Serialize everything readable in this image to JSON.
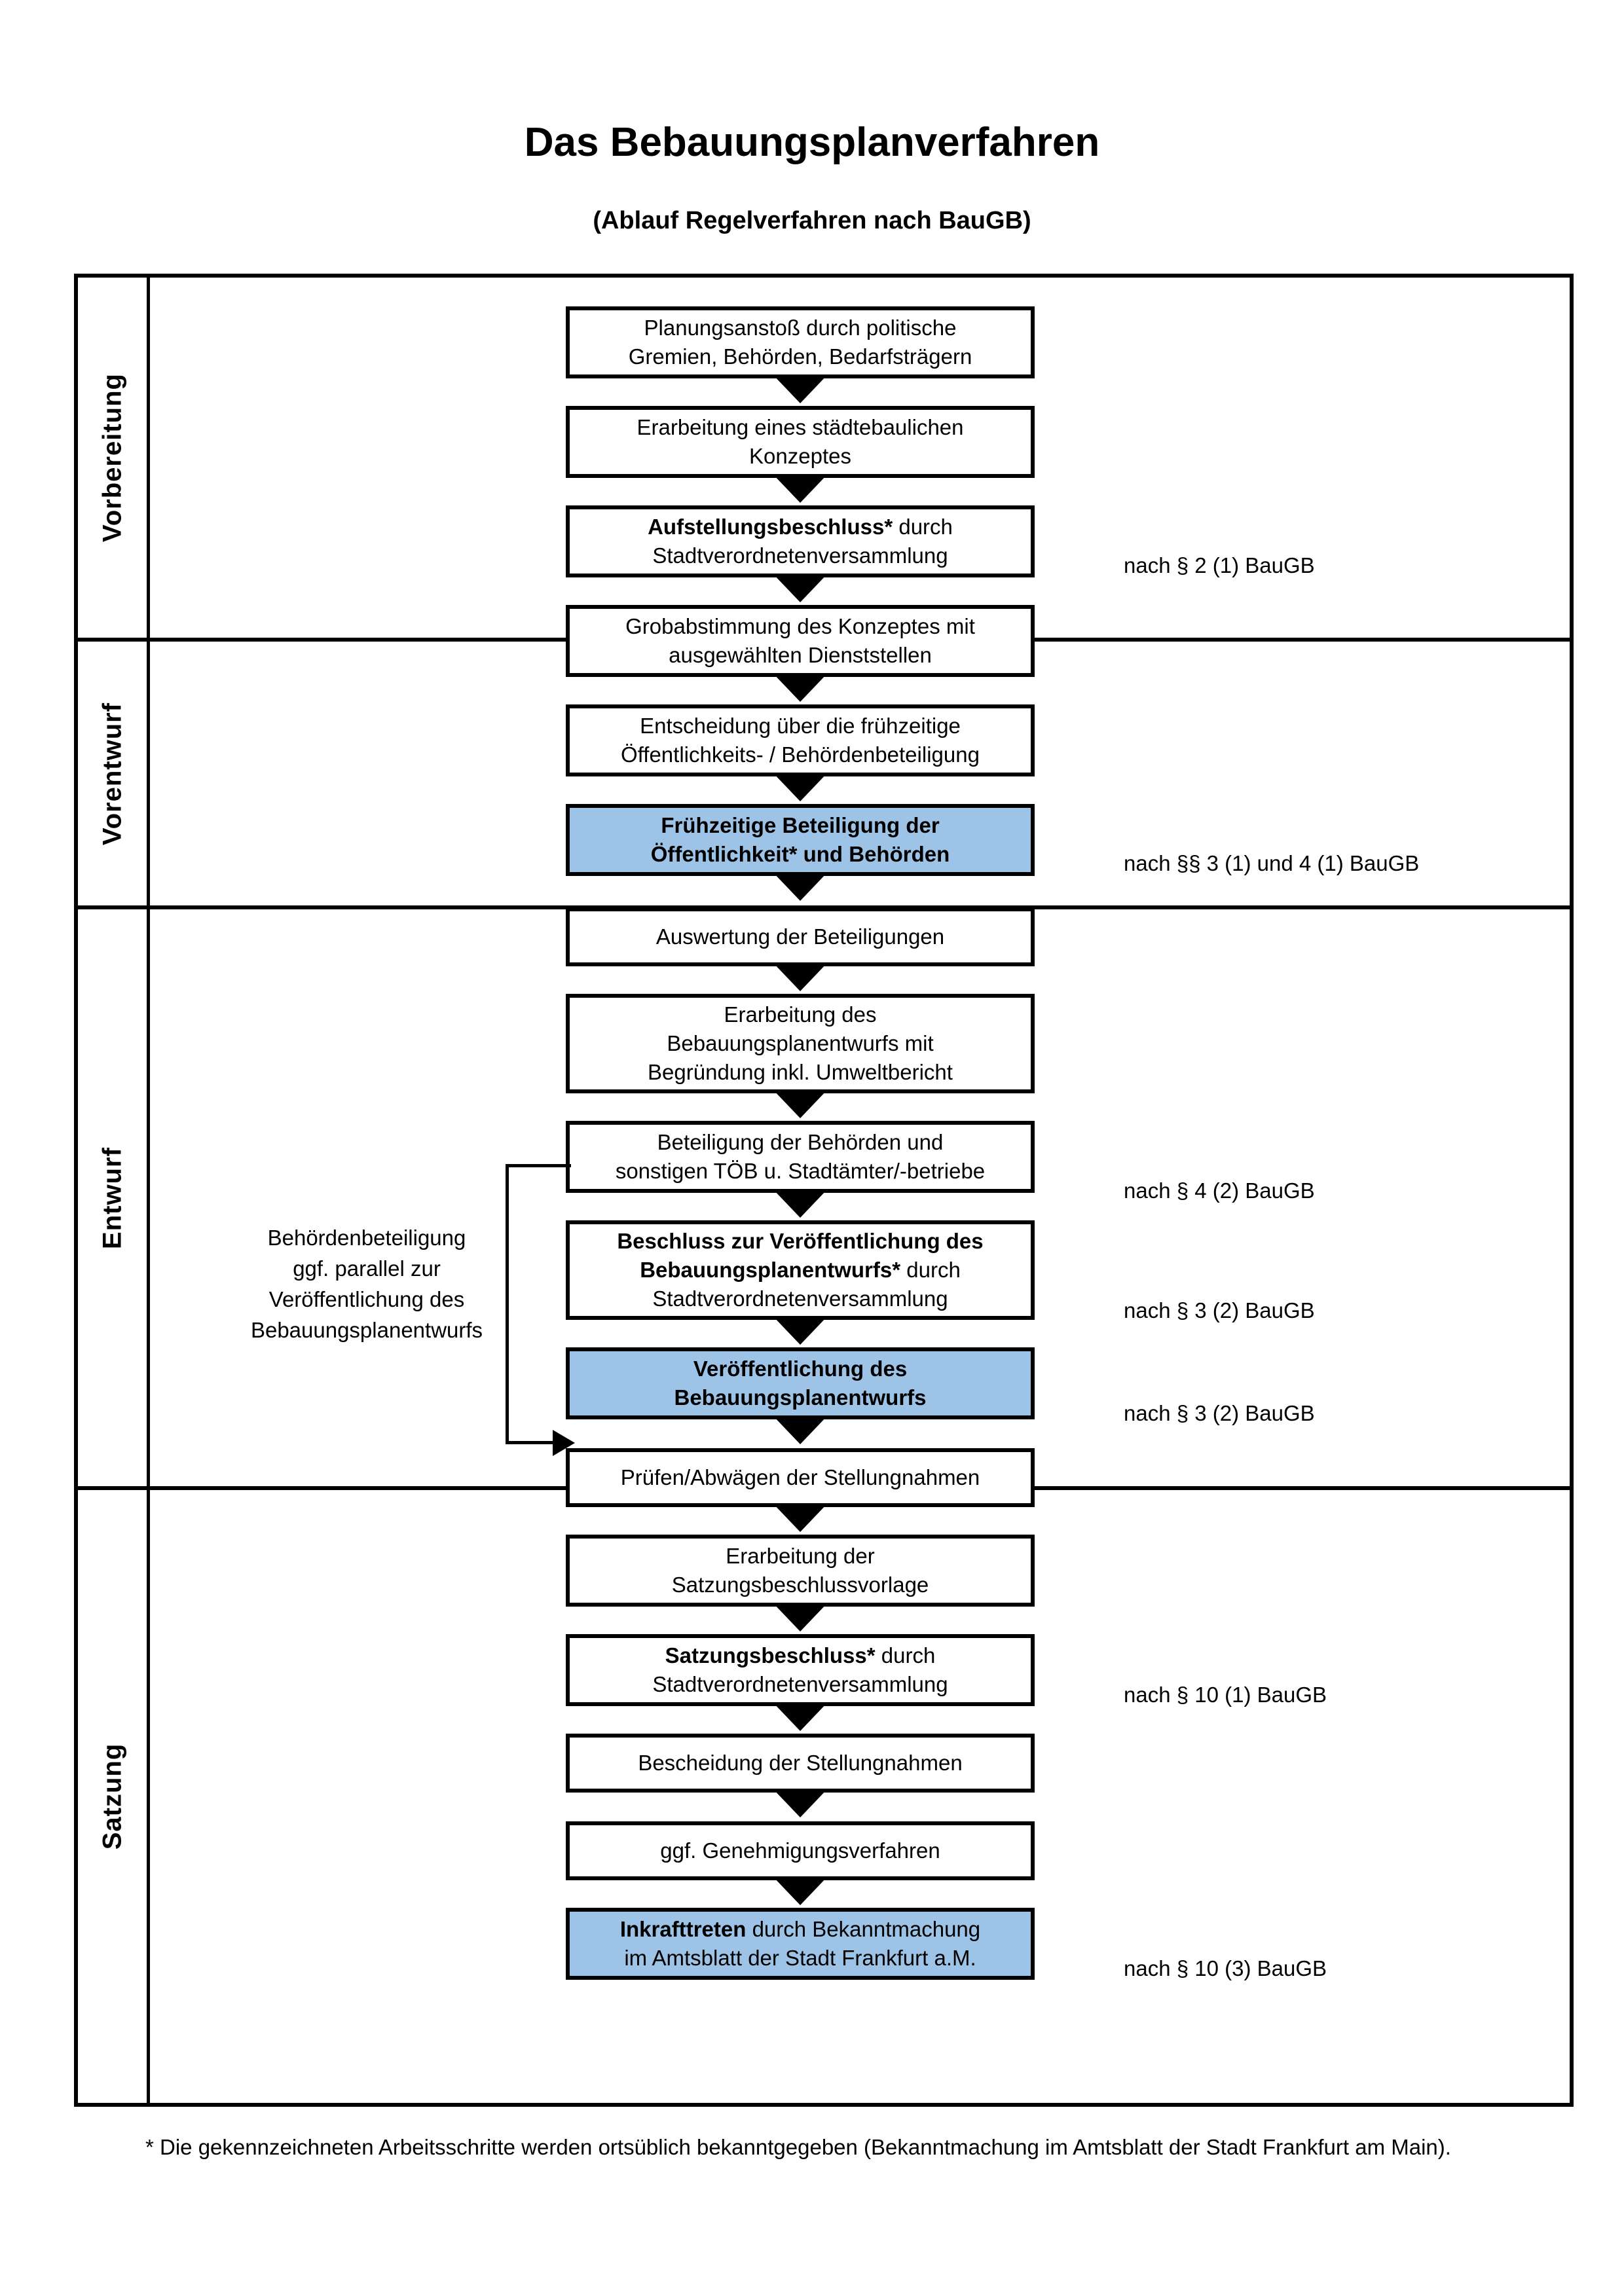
{
  "header": {
    "title": "Das Bebauungsplanverfahren",
    "subtitle": "(Ablauf Regelverfahren nach BauGB)"
  },
  "phases": [
    {
      "id": "vorbereitung",
      "label": "Vorbereitung",
      "band_color": "#F0F0F0"
    },
    {
      "id": "vorentwurf",
      "label": "Vorentwurf",
      "band_color": "#E3E3E3"
    },
    {
      "id": "entwurf",
      "label": "Entwurf",
      "band_color": "#D6D6D6"
    },
    {
      "id": "satzung",
      "label": "Satzung",
      "band_color": "#BDBDBD"
    }
  ],
  "steps": [
    {
      "id": "step-1",
      "phase": "vorbereitung",
      "highlight": false,
      "lines": [
        "Planungsanstoß durch politische",
        "Gremien, Behörden, Bedarfsträgern"
      ]
    },
    {
      "id": "step-2",
      "phase": "vorbereitung",
      "highlight": false,
      "lines": [
        "Erarbeitung eines städtebaulichen",
        "Konzeptes"
      ]
    },
    {
      "id": "step-3",
      "phase": "vorbereitung",
      "highlight": false,
      "bold_prefix": "Aufstellungsbeschluss*",
      "lines": [
        "Aufstellungsbeschluss* durch",
        "Stadtverordnetenversammlung"
      ]
    },
    {
      "id": "step-4",
      "phase": "vorentwurf",
      "highlight": false,
      "lines": [
        "Grobabstimmung des Konzeptes mit",
        "ausgewählten Dienststellen"
      ]
    },
    {
      "id": "step-5",
      "phase": "vorentwurf",
      "highlight": false,
      "lines": [
        "Entscheidung über die frühzeitige",
        "Öffentlichkeits- / Behördenbeteiligung"
      ]
    },
    {
      "id": "step-6",
      "phase": "vorentwurf",
      "highlight": true,
      "all_bold": true,
      "lines": [
        "Frühzeitige Beteiligung der",
        "Öffentlichkeit* und Behörden"
      ]
    },
    {
      "id": "step-7",
      "phase": "entwurf",
      "highlight": false,
      "lines": [
        "Auswertung der Beteiligungen"
      ]
    },
    {
      "id": "step-8",
      "phase": "entwurf",
      "highlight": false,
      "lines": [
        "Erarbeitung des",
        "Bebauungsplanentwurfs mit",
        "Begründung inkl. Umweltbericht"
      ]
    },
    {
      "id": "step-9",
      "phase": "entwurf",
      "highlight": false,
      "lines": [
        "Beteiligung der Behörden und",
        "sonstigen TÖB u. Stadtämter/-betriebe"
      ]
    },
    {
      "id": "step-10",
      "phase": "entwurf",
      "highlight": false,
      "bold_prefix": "Beschluss zur Veröffentlichung des Bebauungsplanentwurfs*",
      "lines": [
        "Beschluss zur Veröffentlichung des",
        "Bebauungsplanentwurfs* durch",
        "Stadtverordnetenversammlung"
      ]
    },
    {
      "id": "step-11",
      "phase": "entwurf",
      "highlight": true,
      "all_bold": true,
      "lines": [
        "Veröffentlichung des",
        "Bebauungsplanentwurfs"
      ]
    },
    {
      "id": "step-12",
      "phase": "satzung",
      "highlight": false,
      "lines": [
        "Prüfen/Abwägen der Stellungnahmen"
      ]
    },
    {
      "id": "step-13",
      "phase": "satzung",
      "highlight": false,
      "lines": [
        "Erarbeitung der",
        "Satzungsbeschlussvorlage"
      ]
    },
    {
      "id": "step-14",
      "phase": "satzung",
      "highlight": false,
      "bold_prefix": "Satzungsbeschluss*",
      "lines": [
        "Satzungsbeschluss* durch",
        "Stadtverordnetenversammlung"
      ]
    },
    {
      "id": "step-15",
      "phase": "satzung",
      "highlight": false,
      "lines": [
        "Bescheidung der Stellungnahmen"
      ]
    },
    {
      "id": "step-16",
      "phase": "satzung",
      "highlight": false,
      "lines": [
        "ggf. Genehmigungsverfahren"
      ]
    },
    {
      "id": "step-17",
      "phase": "satzung",
      "highlight": true,
      "bold_prefix": "Inkrafttreten",
      "lines": [
        "Inkrafttreten durch Bekanntmachung",
        "im Amtsblatt der Stadt Frankfurt a.M."
      ]
    }
  ],
  "references": [
    {
      "id": "ref-1",
      "text": "nach § 2 (1) BauGB"
    },
    {
      "id": "ref-2",
      "text": "nach §§ 3 (1) und 4 (1) BauGB"
    },
    {
      "id": "ref-3",
      "text": "nach § 4 (2) BauGB"
    },
    {
      "id": "ref-4",
      "text": "nach § 3 (2) BauGB"
    },
    {
      "id": "ref-5",
      "text": "nach § 3 (2) BauGB"
    },
    {
      "id": "ref-6",
      "text": "nach § 10 (1) BauGB"
    },
    {
      "id": "ref-7",
      "text": "nach § 10 (3) BauGB"
    }
  ],
  "side_note": {
    "lines": [
      "Behördenbeteiligung",
      "ggf. parallel zur",
      "Veröffentlichung des",
      "Bebauungsplanentwurfs"
    ]
  },
  "footnote": {
    "text": "* Die gekennzeichneten Arbeitsschritte werden ortsüblich bekanntgegeben (Bekanntmachung im Amtsblatt  der Stadt Frankfurt am Main)."
  },
  "colors": {
    "highlight_box": "#9DC3E6",
    "box_border": "#000000",
    "box_fill": "#FFFFFF"
  }
}
